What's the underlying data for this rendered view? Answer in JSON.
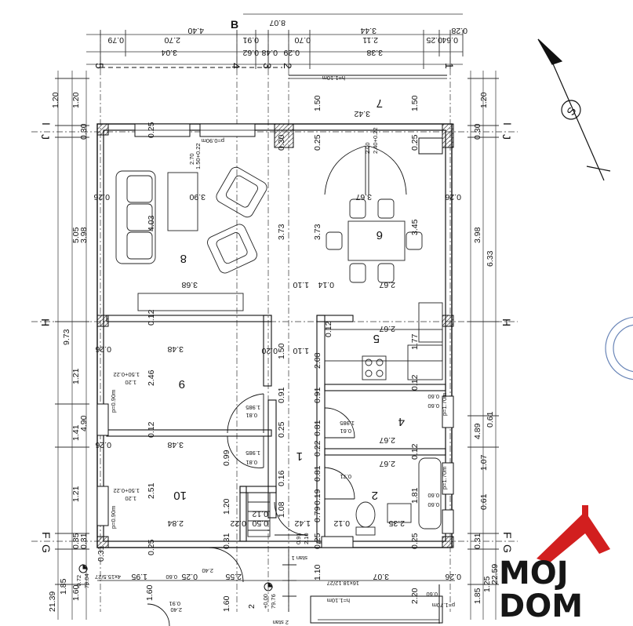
{
  "axis_labels": {
    "b": "B",
    "h_top": [
      "5",
      "4",
      "3",
      "2",
      "1"
    ],
    "left_rows": [
      "I",
      "J",
      "H",
      "F",
      "G"
    ],
    "right_rows": [
      "I",
      "J",
      "H",
      "F",
      "G"
    ]
  },
  "top_dims": {
    "row1": [
      "8.07"
    ],
    "row2": [
      "0.79",
      "2.70",
      "4.40",
      "0.91",
      "0.70",
      "3.44",
      "0.64",
      "0.28",
      "0.25"
    ],
    "row3": [
      "3.04",
      "0.62",
      "0.48",
      "0.29",
      "3.38",
      "2.11"
    ]
  },
  "left_dims": [
    "1.20",
    "1.20",
    "0.30",
    "5.05",
    "3.98",
    "9.73",
    "1.21",
    "4.90",
    "1.41",
    "1.21",
    "0.85",
    "1.85",
    "0.31",
    "1.60",
    "1.60",
    "21.39"
  ],
  "right_dims": [
    "1.20",
    "0.30",
    "3.98",
    "6.33",
    "4.89",
    "0.61",
    "1.07",
    "0.61",
    "0.31",
    "1.85",
    "1.25",
    "22.59"
  ],
  "rooms": [
    {
      "id": "8",
      "label": "8"
    },
    {
      "id": "7",
      "label": "7"
    },
    {
      "id": "6",
      "label": "6"
    },
    {
      "id": "5",
      "label": "5"
    },
    {
      "id": "9",
      "label": "9"
    },
    {
      "id": "4",
      "label": "4"
    },
    {
      "id": "10",
      "label": "10"
    },
    {
      "id": "2",
      "label": "2"
    },
    {
      "id": "1",
      "label": "1"
    }
  ],
  "interior_dims": {
    "r8_w": "3.68",
    "r8_h": "4.03",
    "r8_table": "3.90",
    "r8_025a": "0.25",
    "r8_025b": "0.25",
    "r8_026": "0.26",
    "r8_012": "0.12",
    "r8_window_h": "2.70",
    "r8_window_d": "1.50+0.22",
    "r8_window_p": "p=0.90m",
    "mid_373a": "3.73",
    "mid_373b": "3.73",
    "mid_030": "0.30",
    "mid_110": "1.10",
    "mid_014": "0.14",
    "r7_150a": "1.50",
    "r7_150b": "1.50",
    "r7_342": "3.42",
    "r7_h": "h=1.10m",
    "r7_025a": "0.25",
    "r7_025b": "0.25",
    "r7_door_a": "2.00",
    "r7_door_b": "2.40+0.22",
    "r6_367": "3.67",
    "r6_345": "3.45",
    "r6_026": "0.26",
    "r6_267": "2.67",
    "r5_012": "0.12",
    "r5_267": "2.67",
    "r5_177": "1.77",
    "r5_208": "2.08",
    "r9_348": "3.48",
    "r9_026": "0.26",
    "r9_246": "2.46",
    "r9_150": "1.50+0.22",
    "r9_120": "1.20",
    "r9_p": "p=0.90m",
    "r9_110": "1.10",
    "r9_150b": "1.50",
    "r9_020": "0.20",
    "r9_091a": "0.91",
    "r9_091b": "0.91",
    "r9_1985a": "1.985",
    "r9_081a": "0.81",
    "r9_012": "0.12",
    "r4_267": "2.67",
    "r4_012a": "0.12",
    "r4_012b": "0.12",
    "r4_060a": "0.60",
    "r4_060b": "0.60",
    "r4_p": "p=1.70m",
    "r4_1985": "1.985",
    "r4_061": "0.61",
    "r4_081": "0.81",
    "r4_022": "0.22",
    "r10_348": "3.48",
    "r10_026": "0.26",
    "r10_251": "2.51",
    "r10_284": "2.84",
    "r10_150": "1.50+0.22",
    "r10_120": "1.20",
    "r10_p": "p=0.90m",
    "r10_099": "0.99",
    "r10_1985": "1.985",
    "r10_081": "0.81",
    "r10_025a": "0.25",
    "r10_016": "0.16",
    "r10_120b": "1.20",
    "r10_108": "1.08",
    "r10_050": "0.50",
    "r10_022": "0.22",
    "r10_012": "0.12",
    "r10_142": "1.42",
    "r10_031": "0.31",
    "r2_267": "2.67",
    "r2_081": "0.81",
    "r2_071": "0.71",
    "r2_181": "1.81",
    "r2_019": "0.19",
    "r2_079": "0.79",
    "r2_012": "0.12",
    "r2_235": "2.35",
    "r2_060a": "0.60",
    "r2_060b": "0.60",
    "r2_p": "p=1.70m",
    "r2_025": "0.25",
    "r1_091": "0.91",
    "r1_210": "2.10",
    "r1_025": "0.25",
    "r1_110": "1.10",
    "bot_025": "0.25",
    "bot_240": "2.40",
    "bot_240b": "2.40",
    "bot_060": "0.60",
    "bot_255": "2.55",
    "bot_195": "1.95",
    "bot_307": "3.07",
    "bot_026": "0.26",
    "bot_220": "2.20",
    "bot_091": "0.91",
    "bot_060b": "0.60",
    "bot_p": "p=1.70m",
    "bot_h": "h=1.10m",
    "bot_2": "2",
    "bot_stair_a": "4x15.5/27",
    "bot_stair_b": "16x18.12/27",
    "bot_stan": "stan 1",
    "bot_stan2": "2 stan",
    "lvl_a": "-0.72",
    "lvl_a2": "79.04",
    "lvl_b": "+0.00",
    "lvl_b2": "79.76",
    "bot_031": "0.31",
    "bot_160": "1.60"
  },
  "compass_letter": "S",
  "brand": {
    "line1": "MOJ",
    "line2": "DOM",
    "accent": "#d21f1f"
  }
}
